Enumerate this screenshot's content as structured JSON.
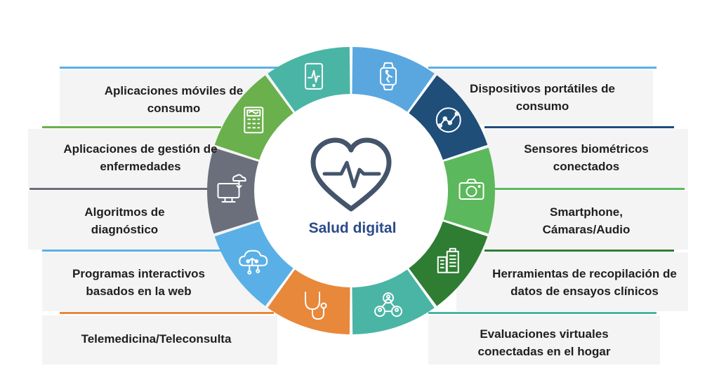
{
  "center": {
    "title": "Salud digital"
  },
  "left_items": [
    {
      "line1": "Aplicaciones móviles de",
      "line2": "consumo",
      "color": "#6ab04c"
    },
    {
      "line1": "Aplicaciones de gestión de",
      "line2": "enfermedades",
      "color": "#6b6f7c"
    },
    {
      "line1": "Algoritmos de",
      "line2": "diagnóstico",
      "color": "#5ab0e6"
    },
    {
      "line1": "Programas interactivos",
      "line2": "basados en la web",
      "color": "#e8883a"
    },
    {
      "line1": "Telemedicina/Teleconsulta",
      "line2": "",
      "color": "#e8883a"
    }
  ],
  "right_items": [
    {
      "line1": "Dispositivos portátiles de",
      "line2": "consumo",
      "color": "#1f4e79"
    },
    {
      "line1": "Sensores biométricos",
      "line2": "conectados",
      "color": "#5cb85c"
    },
    {
      "line1": "Smartphone,",
      "line2": "Cámaras/Audio",
      "color": "#2e7d32"
    },
    {
      "line1": "Herramientas de recopilación de",
      "line2": "datos de ensayos clínicos",
      "color": "#4ab5a5"
    },
    {
      "line1": "Evaluaciones virtuales",
      "line2": "conectadas en el hogar",
      "color": "#4ab5a5"
    }
  ],
  "ring_segments": [
    {
      "name": "tablet-ecg-icon",
      "color": "#4ab5a5"
    },
    {
      "name": "smartwatch-icon",
      "color": "#5aa7e0"
    },
    {
      "name": "analytics-chart-icon",
      "color": "#1f4e79"
    },
    {
      "name": "camera-icon",
      "color": "#5cb85c"
    },
    {
      "name": "clinical-building-icon",
      "color": "#2e7d32"
    },
    {
      "name": "people-network-icon",
      "color": "#4ab5a5"
    },
    {
      "name": "stethoscope-icon",
      "color": "#e8883a"
    },
    {
      "name": "cloud-network-icon",
      "color": "#5ab0e6"
    },
    {
      "name": "computer-cloud-icon",
      "color": "#6b6f7c"
    },
    {
      "name": "calculator-icon",
      "color": "#6ab04c"
    }
  ],
  "colors": {
    "heart": "#44546a",
    "title": "#2b4a8a",
    "band": "#f4f4f5"
  }
}
